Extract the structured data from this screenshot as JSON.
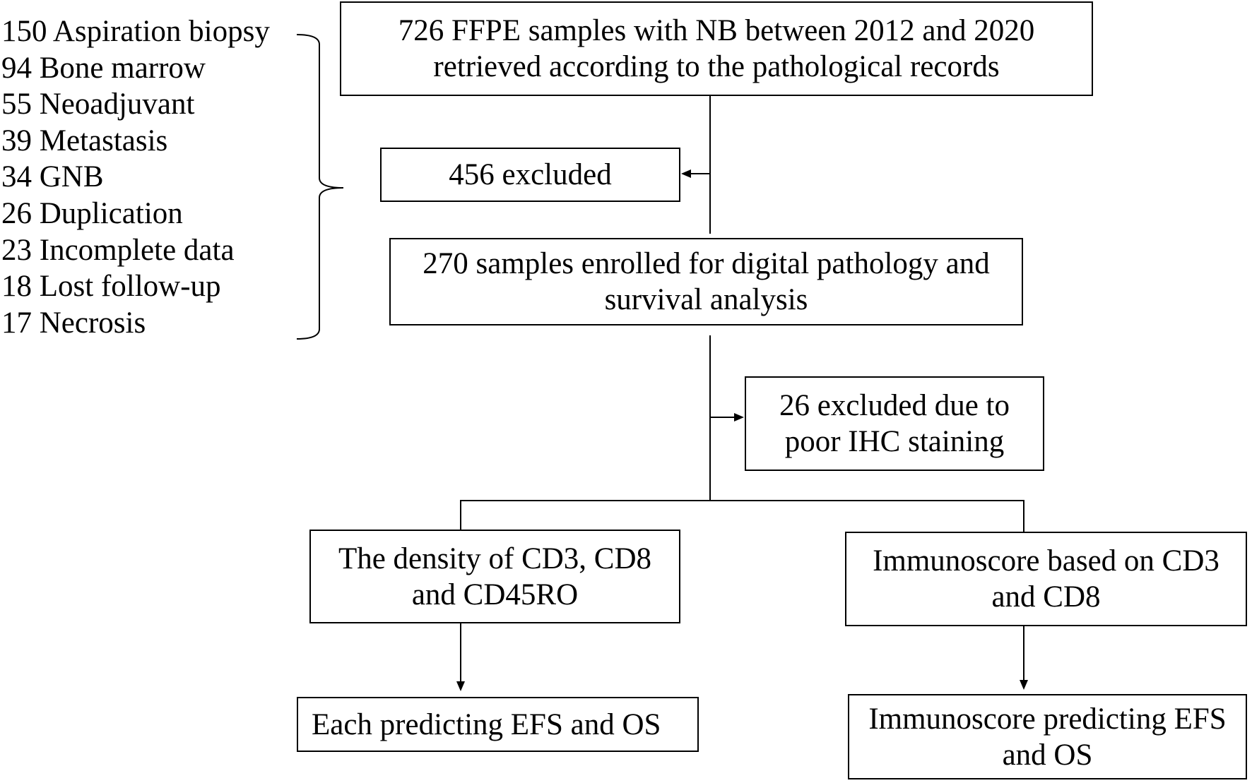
{
  "exclusion_reasons": [
    "150 Aspiration biopsy",
    "94 Bone marrow",
    "55 Neoadjuvant",
    "39 Metastasis",
    "34 GNB",
    "26 Duplication",
    "23 Incomplete data",
    "18 Lost follow-up",
    "17 Necrosis"
  ],
  "boxes": {
    "retrieved": {
      "lines": [
        "726 FFPE samples with NB between 2012 and 2020",
        "retrieved according to the pathological records"
      ]
    },
    "excluded_first": {
      "lines": [
        "456 excluded"
      ]
    },
    "enrolled": {
      "lines": [
        "270 samples enrolled for digital pathology and",
        "survival analysis"
      ]
    },
    "excluded_ihc": {
      "lines": [
        "26 excluded due to",
        "poor IHC staining"
      ]
    },
    "density": {
      "lines": [
        "The density of CD3, CD8",
        "and CD45RO"
      ]
    },
    "immunoscore": {
      "lines": [
        "Immunoscore based on CD3",
        "and CD8"
      ]
    },
    "density_outcome": {
      "lines": [
        "Each predicting EFS and OS"
      ]
    },
    "immunoscore_outcome": {
      "lines": [
        "Immunoscore predicting EFS",
        "and OS"
      ]
    }
  },
  "colors": {
    "ink": "#000000",
    "paper": "#ffffff"
  }
}
